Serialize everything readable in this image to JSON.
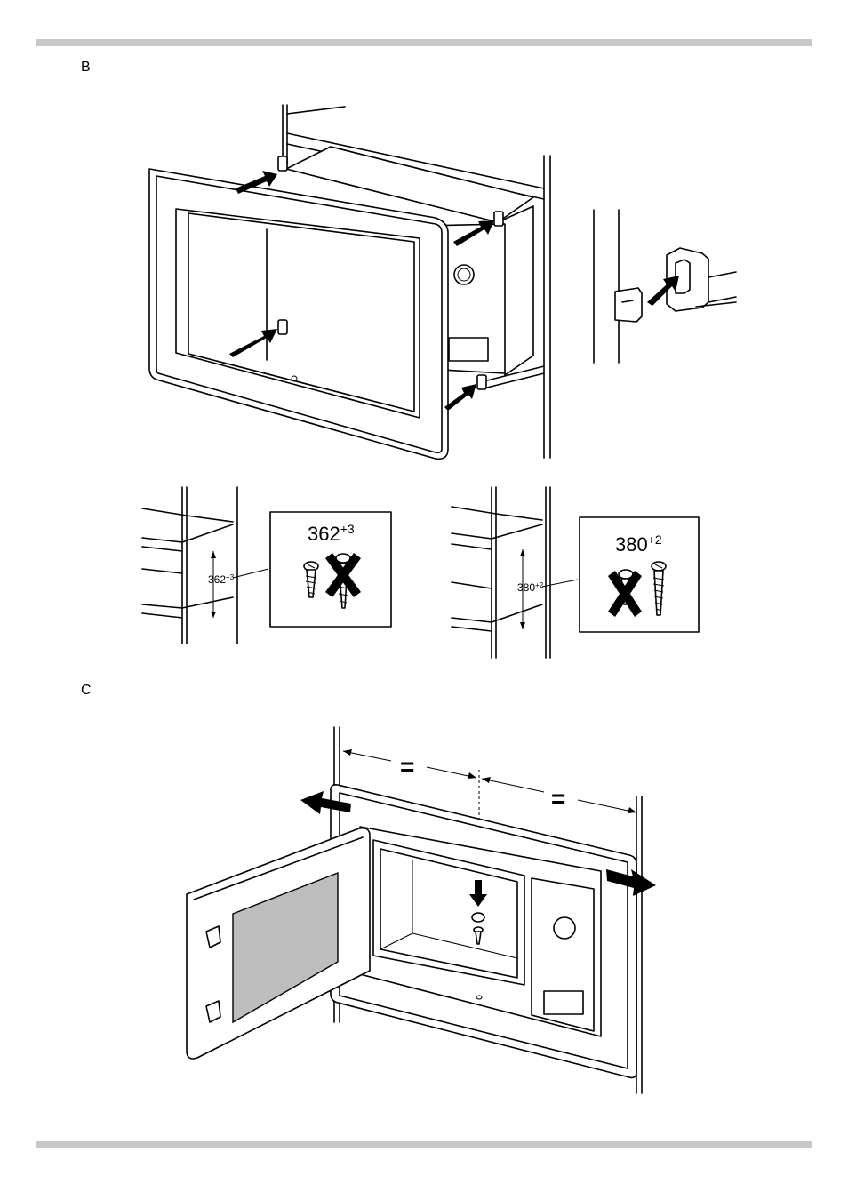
{
  "sections": {
    "b": {
      "letter": "B"
    },
    "c": {
      "letter": "C"
    }
  },
  "callouts": {
    "left": {
      "dimension_big": "362",
      "tolerance_big": "+3",
      "dimension_small": "362",
      "tolerance_small": "+3"
    },
    "right": {
      "dimension_big": "380",
      "tolerance_big": "+2",
      "dimension_small": "380",
      "tolerance_small": "+2"
    }
  },
  "equal_marks": {
    "left": "=",
    "right": "="
  },
  "colors": {
    "rule": "#c8c8c8",
    "glass": "#bdbdbd",
    "ink": "#000000"
  }
}
